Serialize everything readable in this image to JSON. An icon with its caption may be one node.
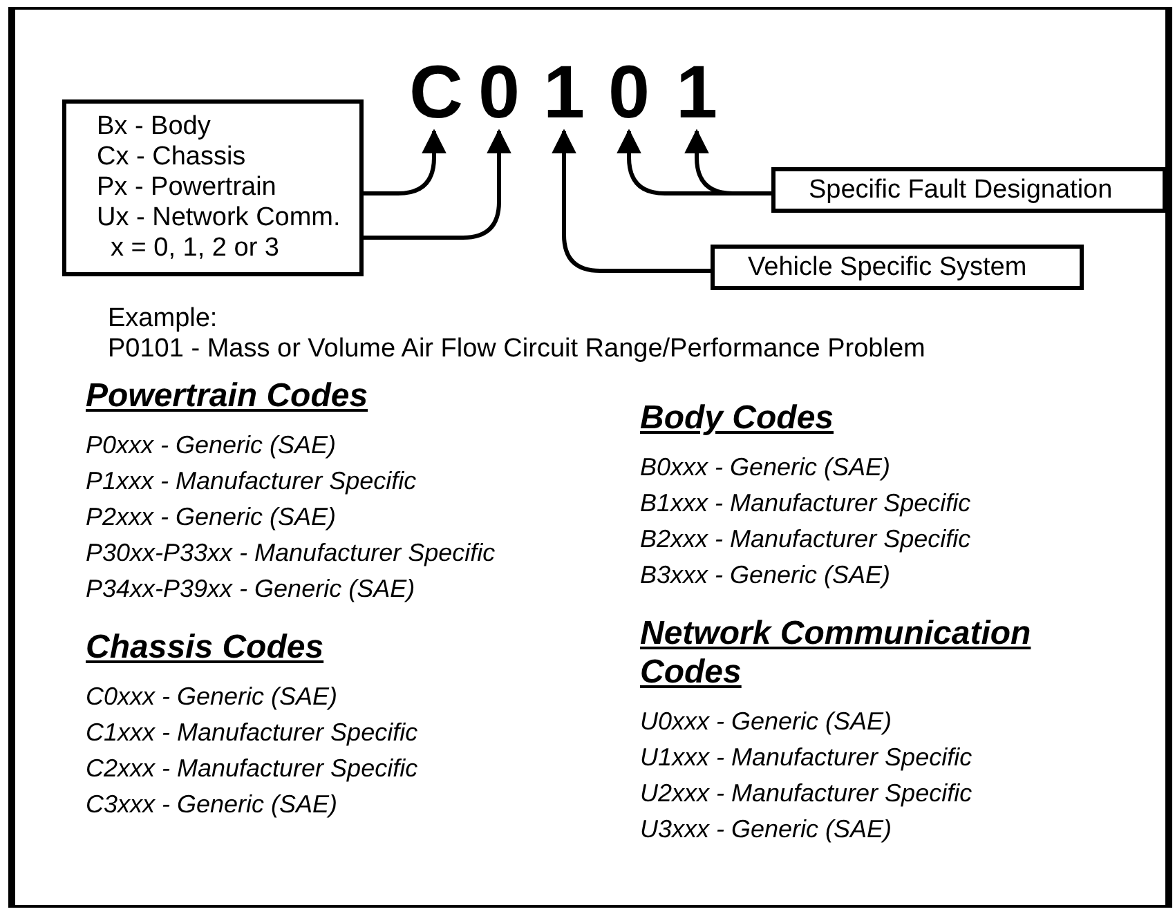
{
  "diagram": {
    "nodes": [
      {
        "text": [
          "Bx - Body",
          "Cx - Chassis",
          "Px - Powertrain",
          "Ux - Network Comm.",
          "x = 0, 1, 2 or 3"
        ]
      },
      {
        "text": [
          "C"
        ]
      },
      {
        "text": [
          "0"
        ]
      },
      {
        "text": [
          "1"
        ]
      },
      {
        "text": [
          "0"
        ]
      },
      {
        "text": [
          "1"
        ]
      },
      {
        "text": [
          "Specific Fault Designation"
        ]
      },
      {
        "text": [
          "Vehicle Specific System"
        ]
      }
    ],
    "edges": [
      {
        "from": 0,
        "to": 1,
        "arrow": "to"
      },
      {
        "from": 0,
        "to": 2,
        "arrow": "to"
      },
      {
        "from": 7,
        "to": 3,
        "arrow": "to"
      },
      {
        "from": 6,
        "to": 4,
        "arrow": "to"
      },
      {
        "from": 6,
        "to": 5,
        "arrow": "to"
      }
    ],
    "labels": [
      "Example:",
      "P0101 - Mass or Volume Air Flow Circuit Range/Performance Problem",
      "Powertrain Codes",
      "P0xxx - Generic (SAE)",
      "P1xxx - Manufacturer Specific",
      "P2xxx - Generic (SAE)",
      "P30xx-P33xx - Manufacturer Specific",
      "P34xx-P39xx - Generic (SAE)",
      "Chassis Codes",
      "C0xxx - Generic (SAE)",
      "C1xxx - Manufacturer Specific",
      "C2xxx - Manufacturer Specific",
      "C3xxx - Generic (SAE)",
      "Body Codes",
      "B0xxx - Generic (SAE)",
      "B1xxx - Manufacturer Specific",
      "B2xxx - Manufacturer Specific",
      "B3xxx - Generic (SAE)",
      "Network Communication Codes",
      "U0xxx - Generic (SAE)",
      "U1xxx - Manufacturer Specific",
      "U2xxx - Manufacturer Specific",
      "U3xxx - Generic (SAE)"
    ]
  }
}
